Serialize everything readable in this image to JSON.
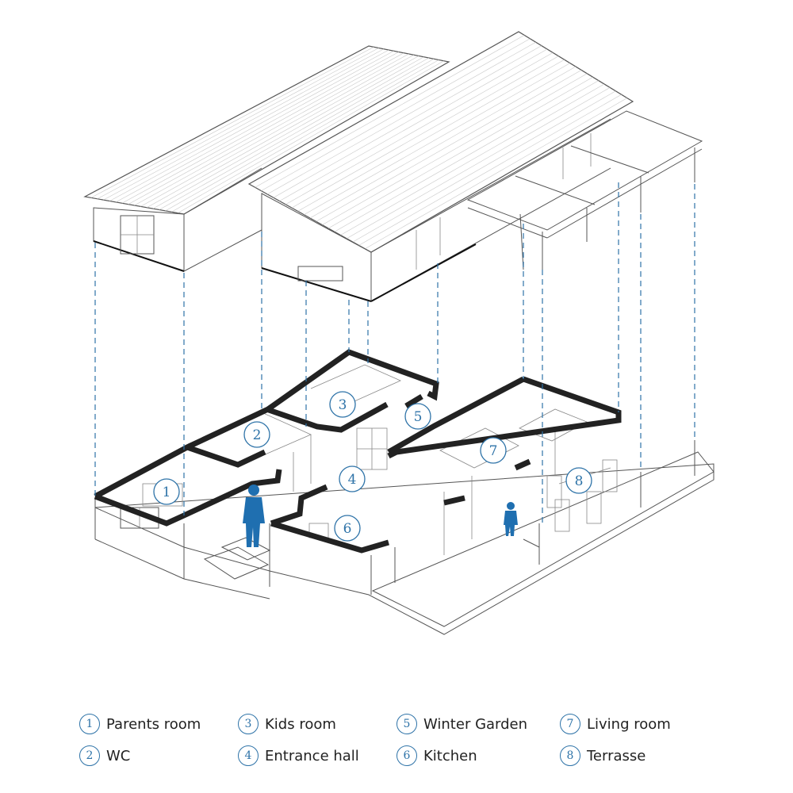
{
  "legend": [
    {
      "num": "1",
      "label": "Parents room"
    },
    {
      "num": "2",
      "label": "WC"
    },
    {
      "num": "3",
      "label": "Kids room"
    },
    {
      "num": "4",
      "label": "Entrance hall"
    },
    {
      "num": "5",
      "label": "Winter Garden"
    },
    {
      "num": "6",
      "label": "Kitchen"
    },
    {
      "num": "7",
      "label": "Living room"
    },
    {
      "num": "8",
      "label": "Terrasse"
    }
  ],
  "plan_markers": [
    "1",
    "2",
    "3",
    "4",
    "5",
    "6",
    "7",
    "8"
  ],
  "colors": {
    "accent": "#2e73a8",
    "person": "#1f6fb0",
    "wall": "#222222"
  }
}
